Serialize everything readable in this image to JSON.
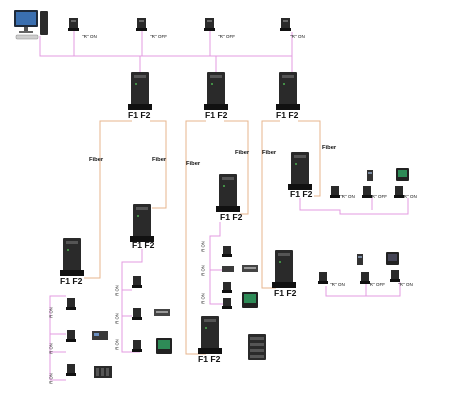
{
  "labels": {
    "relay": "\"R\"",
    "on": "ON",
    "off": "OFF",
    "fiber": "Fiber",
    "ports": "F1 F2",
    "rotated": "R ON"
  },
  "colors": {
    "ethernet": "#e39be0",
    "fiber": "#e7b58d",
    "device": "#2a2a2a",
    "device_light": "#4a4a4a"
  },
  "icons": {
    "pc": "desktop-computer-icon",
    "switch": "industrial-switch-icon",
    "io": "io-module-icon",
    "relay": "relay-module-icon",
    "plc": "plc-icon",
    "hmi": "hmi-panel-icon",
    "power": "power-distribution-icon"
  }
}
